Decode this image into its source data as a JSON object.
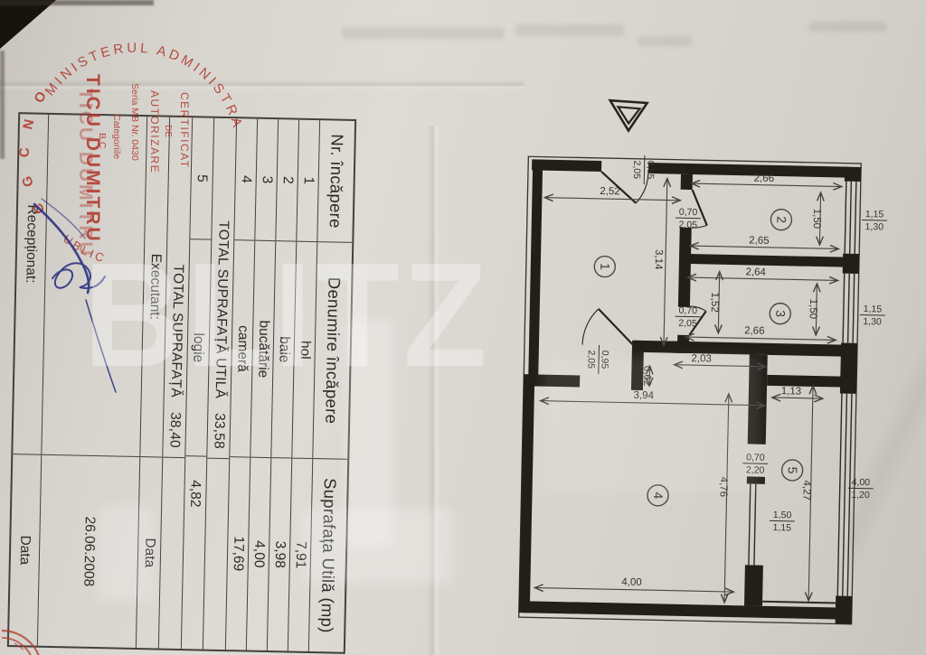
{
  "watermark": {
    "text": "BLITZ"
  },
  "stamp": {
    "arc_top": "MINISTERUL ADMINISTRA",
    "arc_bottom": "UBLIC",
    "side_letters": [
      "O",
      "N",
      "C",
      "G",
      "C"
    ],
    "line1": "CERTIFICAT",
    "line2": "DE",
    "line3": "AUTORIZARE",
    "line4": "Seria MB Nr. 0430",
    "line5": "Categoriile",
    "line6": "B,C",
    "name": "TICU DUMITRU",
    "color": "#b0392e"
  },
  "table": {
    "headers": [
      "Nr. încăpere",
      "Denumire încăpere",
      "Suprafața Utilă (mp)"
    ],
    "rows": [
      {
        "nr": "1",
        "name": "hol",
        "area": "7,91"
      },
      {
        "nr": "2",
        "name": "baie",
        "area": "3,98"
      },
      {
        "nr": "3",
        "name": "bucătărie",
        "area": "4,00"
      },
      {
        "nr": "4",
        "name": "cameră",
        "area": "17,69"
      }
    ],
    "total_utila": {
      "label": "TOTAL SUPRAFAȚĂ UTILĂ",
      "value": "33,58"
    },
    "row5": {
      "nr": "5",
      "name": "logie",
      "area": "4,82"
    },
    "total": {
      "label": "TOTAL SUPRAFAȚĂ",
      "value": "38,40"
    },
    "executant_label": "Executant:",
    "data_label_1": "Data",
    "receptionat_label": "Recepționat:",
    "data_label_2": "Data",
    "date": "26.06.2008"
  },
  "plan": {
    "rooms": [
      "1",
      "2",
      "3",
      "4",
      "5"
    ],
    "dims": {
      "hall_width": "2,52",
      "hall_height": "3,14",
      "room2_top": "2,66",
      "room2_bottom": "2,65",
      "room2_right": "1,50",
      "room3_top": "2,64",
      "room3_bottom": "2,66",
      "room3_left": "1,52",
      "room3_right": "1,50",
      "nook_width": "2,03",
      "nook_depth": "0,62",
      "room4_top": "3,94",
      "room4_bottom": "4,00",
      "room4_height": "4,76",
      "logie_top": "1,13",
      "logie_height": "4,27"
    },
    "fractions": {
      "entry_door": {
        "a": "0,85",
        "b": "2,05"
      },
      "door_room2": {
        "a": "0,70",
        "b": "2,05"
      },
      "door_room3": {
        "a": "0,70",
        "b": "2,05"
      },
      "door_room4": {
        "a": "0,95",
        "b": "2,05"
      },
      "window_room2": {
        "a": "1,15",
        "b": "1,30"
      },
      "window_room3": {
        "a": "1,15",
        "b": "1,30"
      },
      "logie_door": {
        "a": "0,70",
        "b": "2,20"
      },
      "logie_window": {
        "a": "1,50",
        "b": "1,15"
      },
      "logie_outer_window": {
        "a": "4,00",
        "b": "1,20"
      }
    }
  }
}
